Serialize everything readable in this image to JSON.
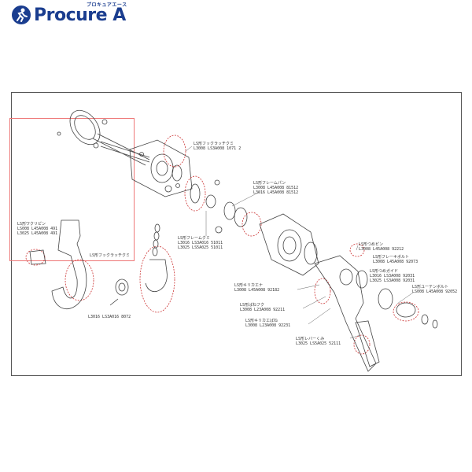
{
  "brand": {
    "name": "Procure A",
    "kana": "プロキュアエース",
    "color": "#1a3d8f"
  },
  "callouts": [
    {
      "id": "hook-latch-top",
      "title": "LS形フックラッチクミ",
      "codes": [
        "L3008 LS3A008 1071 2"
      ]
    },
    {
      "id": "frame-bush",
      "title": "LS形フレームパン",
      "codes": [
        "L3008 L45A008 81512",
        "L3016 L45A008 81512"
      ]
    },
    {
      "id": "frame-kumi",
      "title": "LS形フレームクミ",
      "codes": [
        "L3016 LS3A016 51011",
        "L3025 LS5A025 51011"
      ]
    },
    {
      "id": "pawl-spring",
      "title": "LS形つめピン",
      "codes": [
        "L3008 L45A008 92212"
      ]
    },
    {
      "id": "frame-bolt",
      "title": "LS形フレーキボルト",
      "codes": [
        "L3008 L45A008 92073"
      ]
    },
    {
      "id": "pawl-guide",
      "title": "LS形つめガイド",
      "codes": [
        "L3016 LS3A008 92031",
        "L3025 LS3A008 92031"
      ]
    },
    {
      "id": "ratchet-bush",
      "title": "LS形ユーテンボルト",
      "codes": [
        "LS008 L45A008 92052"
      ]
    },
    {
      "id": "handle-washer",
      "title": "LS形キリカエナ",
      "codes": [
        "L3008 L45A008 92182"
      ]
    },
    {
      "id": "lever-spring",
      "title": "LS形ばねフク",
      "codes": [
        "L3008 L23A008 92211"
      ]
    },
    {
      "id": "lever-bolt",
      "title": "LS形キリカエばね",
      "codes": [
        "L3008 L23A008 92231"
      ]
    },
    {
      "id": "lever-kumi",
      "title": "LS形レバーくみ",
      "codes": [
        "L3025 LS5A025 52111"
      ]
    },
    {
      "id": "cotter-pin",
      "title": "LS形ワクリピン",
      "codes": [
        "LS008 L45A008 491",
        "L3025 L45A008 491"
      ]
    },
    {
      "id": "hook-latch-inset",
      "title": "LS形フックラッチクミ",
      "codes": []
    },
    {
      "id": "hook-code-inset",
      "title": "",
      "codes": [
        "L3016 LS3A016 8072"
      ]
    }
  ]
}
